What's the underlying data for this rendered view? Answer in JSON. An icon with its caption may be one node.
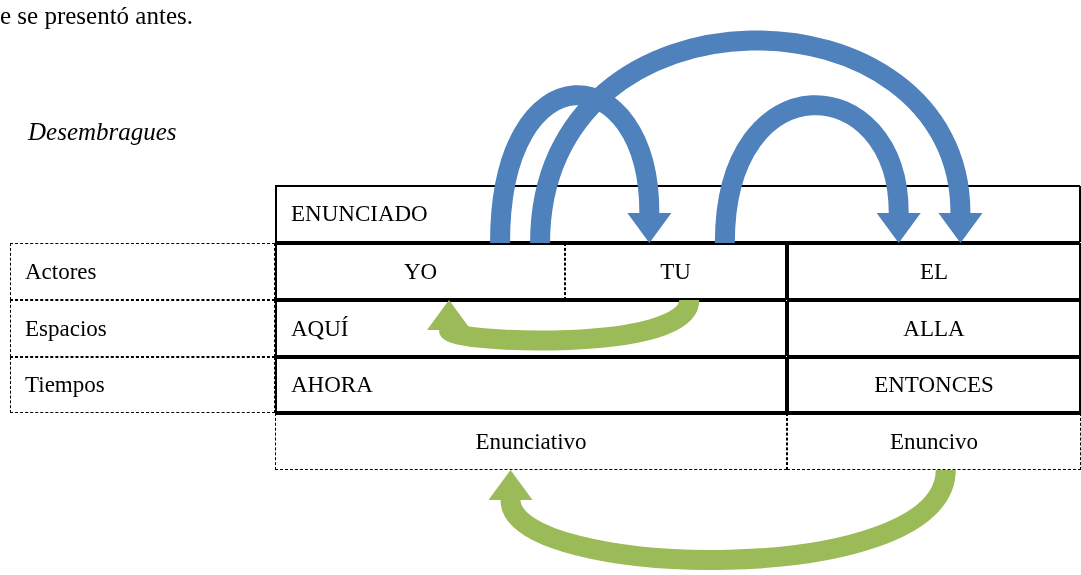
{
  "diagram": {
    "nodes": [
      {
        "text": [
          "ENUNCIADO"
        ]
      },
      {
        "text": [
          "Actores"
        ]
      },
      {
        "text": [
          "YO"
        ]
      },
      {
        "text": [
          "TU"
        ]
      },
      {
        "text": [
          "EL"
        ]
      },
      {
        "text": [
          "Espacios"
        ]
      },
      {
        "text": [
          "AQUÍ"
        ]
      },
      {
        "text": [
          "ALLA"
        ]
      },
      {
        "text": [
          "Tiempos"
        ]
      },
      {
        "text": [
          "AHORA"
        ]
      },
      {
        "text": [
          "ENTONCES"
        ]
      },
      {
        "text": [
          "Enunciativo"
        ]
      },
      {
        "text": [
          "Enuncivo"
        ]
      }
    ],
    "edges": [
      {
        "from": 2,
        "to": 3,
        "arrow": "to"
      },
      {
        "from": 2,
        "to": 4,
        "arrow": "to"
      },
      {
        "from": 3,
        "to": 4,
        "arrow": "to"
      },
      {
        "from": 3,
        "to": 2,
        "arrow": "to",
        "color": "#9bbb59"
      },
      {
        "from": 12,
        "to": 11,
        "arrow": "to",
        "color": "#9bbb59"
      }
    ],
    "labels": [
      "e se presentó antes.",
      "Desembragues"
    ]
  }
}
